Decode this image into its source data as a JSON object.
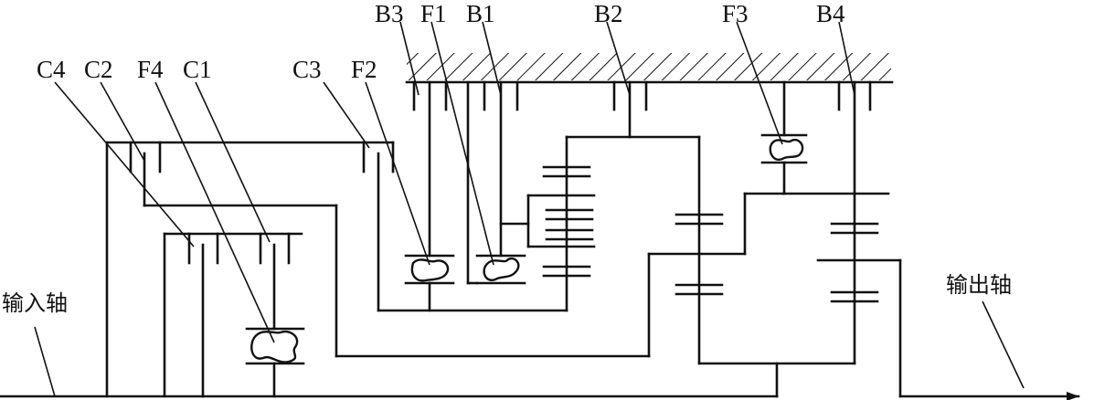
{
  "labels": {
    "b3": "B3",
    "f1": "F1",
    "b1": "B1",
    "b2": "B2",
    "f3": "F3",
    "b4": "B4",
    "c3": "C3",
    "f2": "F2",
    "c4": "C4",
    "c2": "C2",
    "f4": "F4",
    "c1": "C1",
    "input_shaft": "输入轴",
    "output_shaft": "输出轴"
  }
}
